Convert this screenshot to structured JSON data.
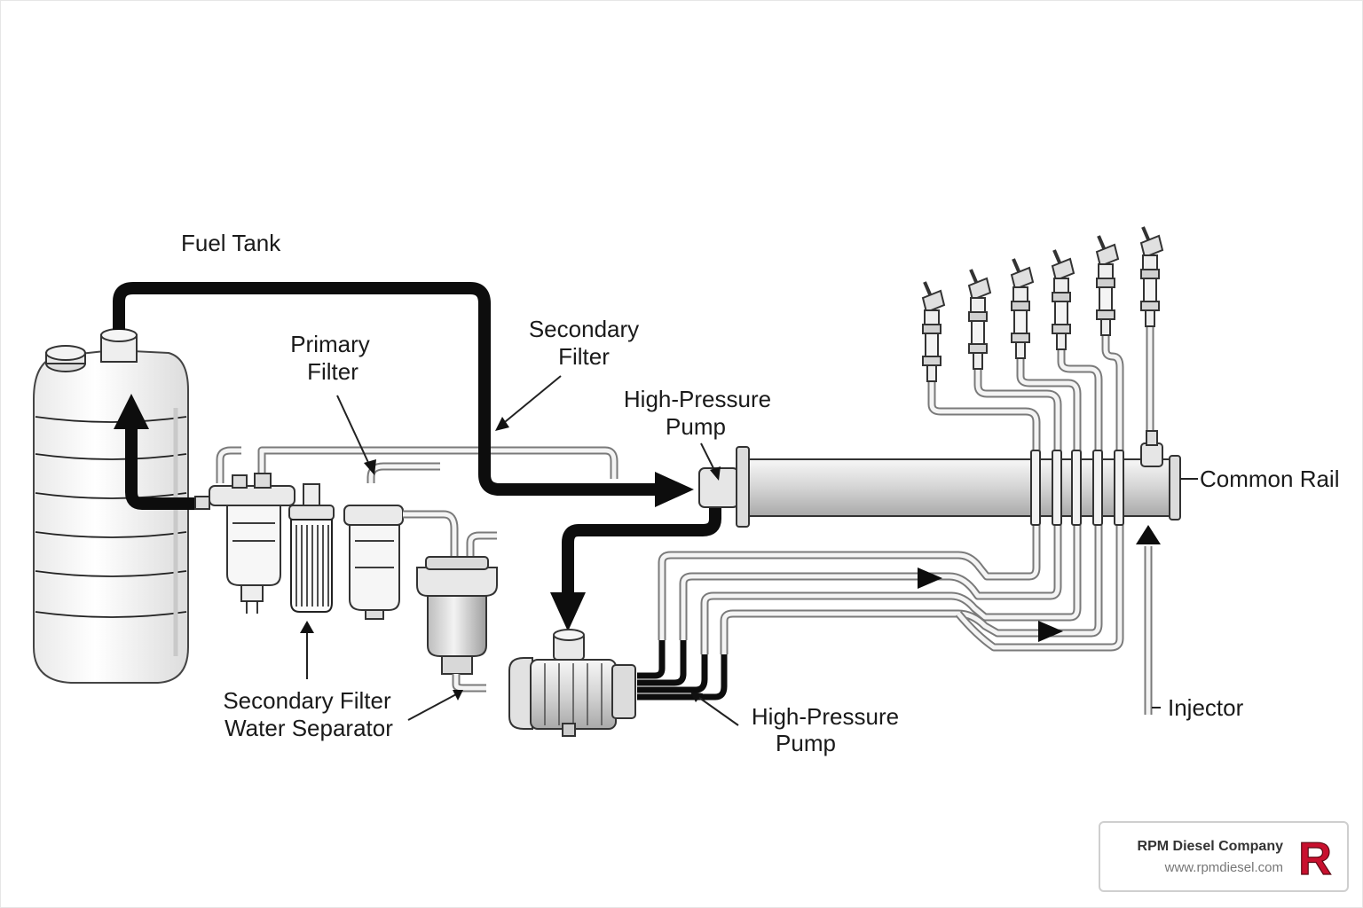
{
  "labels": {
    "fuel_tank": "Fuel Tank",
    "primary_filter_1": "Primary",
    "primary_filter_2": "Filter",
    "secondary_filter_1": "Secondary",
    "secondary_filter_2": "Filter",
    "hp_pump_top_1": "High-Pressure",
    "hp_pump_top_2": "Pump",
    "common_rail": "Common Rail",
    "sec_water_1": "Secondary Filter",
    "sec_water_2": "Water Separator",
    "hp_pump_bottom_1": "High-Pressure",
    "hp_pump_bottom_2": "Pump",
    "injector": "Injector"
  },
  "brand": {
    "name": "RPM Diesel Company",
    "url": "www.rpmdiesel.com",
    "logo_letter": "R",
    "logo_color": "#c8102e"
  },
  "colors": {
    "fuel_line": "#0d0d0d",
    "component_fill": "#efefef",
    "component_stroke": "#333333"
  }
}
